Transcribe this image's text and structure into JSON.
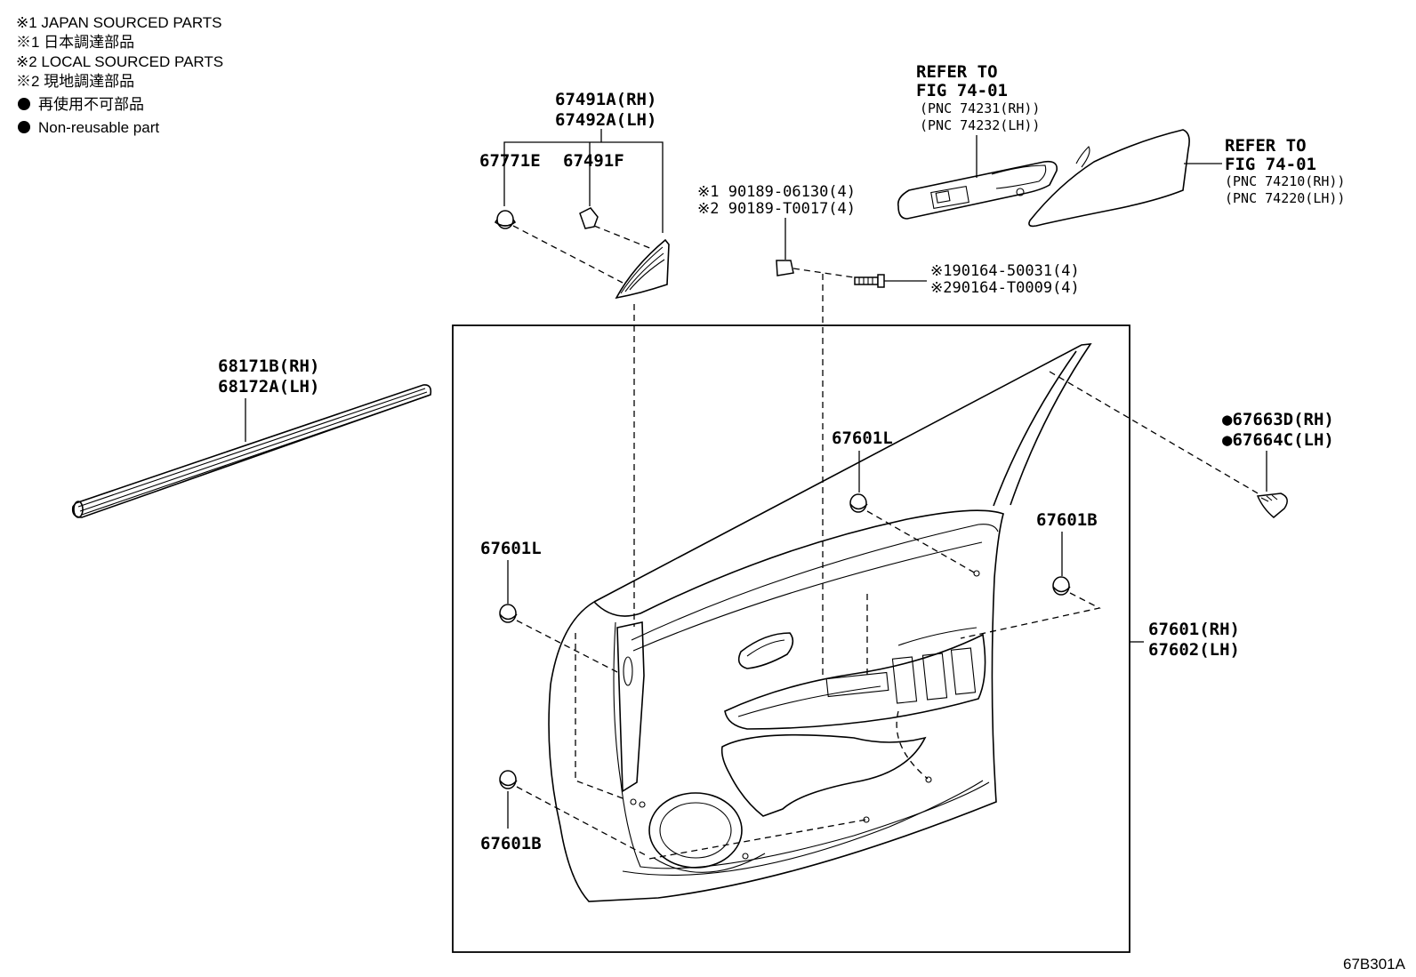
{
  "legend": {
    "line1": "※1 JAPAN SOURCED PARTS",
    "line2": "※1 日本調達部品",
    "line3": "※2 LOCAL SOURCED PARTS",
    "line4": "※2 現地調達部品",
    "line5": "再使用不可部品",
    "line6": "Non-reusable part"
  },
  "callouts": {
    "p67491a": "67491A(RH)",
    "p67492a": "67492A(LH)",
    "p67771e": "67771E",
    "p67491f": "67491F",
    "refer1_a": "REFER TO",
    "refer1_b": "FIG 74-01",
    "refer1_c": "(PNC 74231(RH))",
    "refer1_d": "(PNC 74232(LH))",
    "refer2_a": "REFER TO",
    "refer2_b": "FIG 74-01",
    "refer2_c": "(PNC 74210(RH))",
    "refer2_d": "(PNC 74220(LH))",
    "screw1_a": "※1 90189-06130(4)",
    "screw1_b": "※2 90189-T0017(4)",
    "screw2_a": "※190164-50031(4)",
    "screw2_b": "※290164-T0009(4)",
    "p68171b": "68171B(RH)",
    "p68172a": "68172A(LH)",
    "p67663d": "●67663D(RH)",
    "p67664c": "●67664C(LH)",
    "p67601l_top": "67601L",
    "p67601l_left": "67601L",
    "p67601b_right": "67601B",
    "p67601b_left": "67601B",
    "p67601": "67601(RH)",
    "p67602": "67602(LH)"
  },
  "footer": {
    "code": "67B301A"
  }
}
